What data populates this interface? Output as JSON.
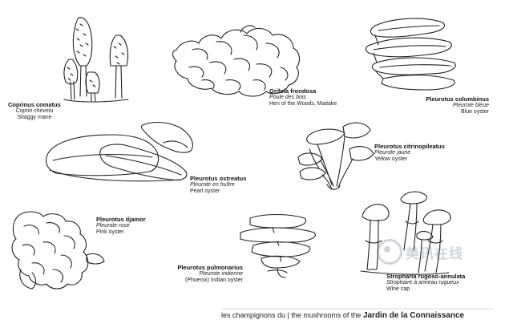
{
  "labels": [
    {
      "id": "coprinus",
      "latin": "Coprinus comatus",
      "fr": "Coprin chevelu",
      "en": "Shaggy mane"
    },
    {
      "id": "grifola",
      "latin": "Grifola frondosa",
      "fr": "Poule des bois",
      "en": "Hen of the Woods, Maitake"
    },
    {
      "id": "columbinus",
      "latin": "Pleurotus columbinus",
      "fr": "Pleurote bleue",
      "en": "Blue oyster"
    },
    {
      "id": "citrino",
      "latin": "Pleurotus citrinopileatus",
      "fr": "Pleurote jaune",
      "en": "Yellow oyster"
    },
    {
      "id": "ostreatus",
      "latin": "Pleurotus ostreatus",
      "fr": "Pleurote en huître",
      "en": "Pearl oyster"
    },
    {
      "id": "djamor",
      "latin": "Pleurotus djamor",
      "fr": "Pleurote rose",
      "en": "Pink oyster"
    },
    {
      "id": "pulmonarius",
      "latin": "Pleurotus pulmonarius",
      "fr": "Pleurote indienne",
      "en": "(Phoenix) Indian oyster"
    },
    {
      "id": "stropharia",
      "latin": "Stropharia rugoso-annulata",
      "fr": "Strophaire à anneau rugueux",
      "en": "Wine cap"
    }
  ],
  "footer": {
    "prefix": "les champignons du | the mushrooms of the ",
    "bold": "Jardin de la Connaissance"
  },
  "watermark": {
    "text": "美讯在线",
    "icon": "ring-logo-icon"
  }
}
